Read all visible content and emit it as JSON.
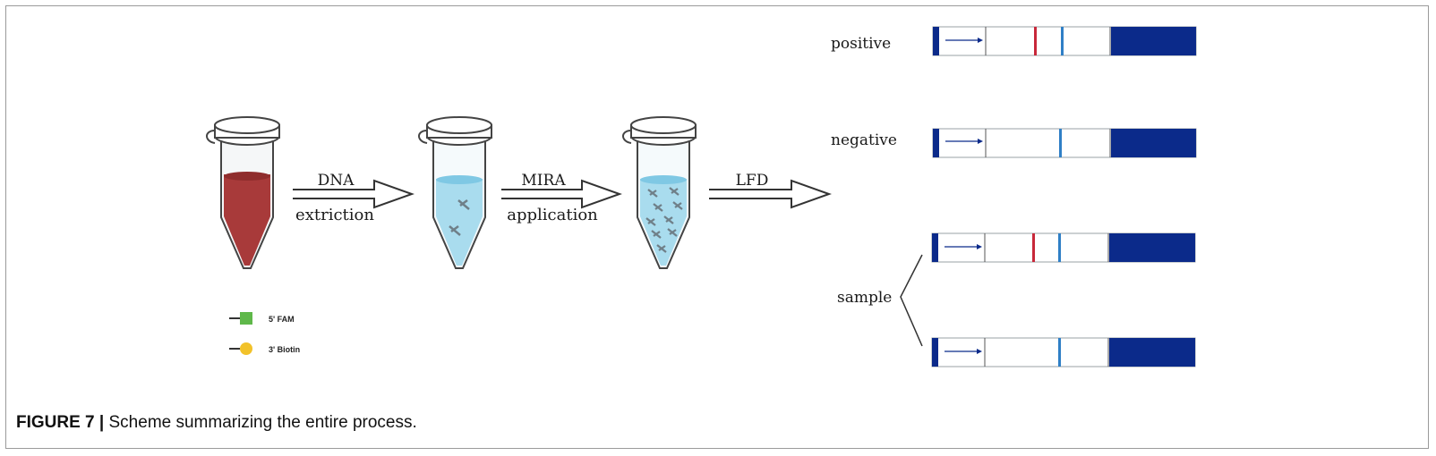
{
  "steps": [
    {
      "top": "DNA",
      "bottom": "extriction"
    },
    {
      "top": "MIRA",
      "bottom": "application"
    },
    {
      "top": "LFD",
      "bottom": ""
    }
  ],
  "legend": {
    "fam_label": "5' FAM",
    "biotin_label": "3' Biotin",
    "fam_color": "#5fb84a",
    "biotin_color": "#f2c22a"
  },
  "strips": {
    "positive_label": "positive",
    "negative_label": "negative",
    "sample_label": "sample"
  },
  "colors": {
    "strip_blue": "#0b2a8a",
    "test_line": "#c8283a",
    "control_line": "#2f7fc6",
    "blood": "#a83a3a",
    "liquid": "#a9dcee"
  },
  "caption": {
    "label": "FIGURE 7 |",
    "text": " Scheme summarizing the entire process."
  }
}
